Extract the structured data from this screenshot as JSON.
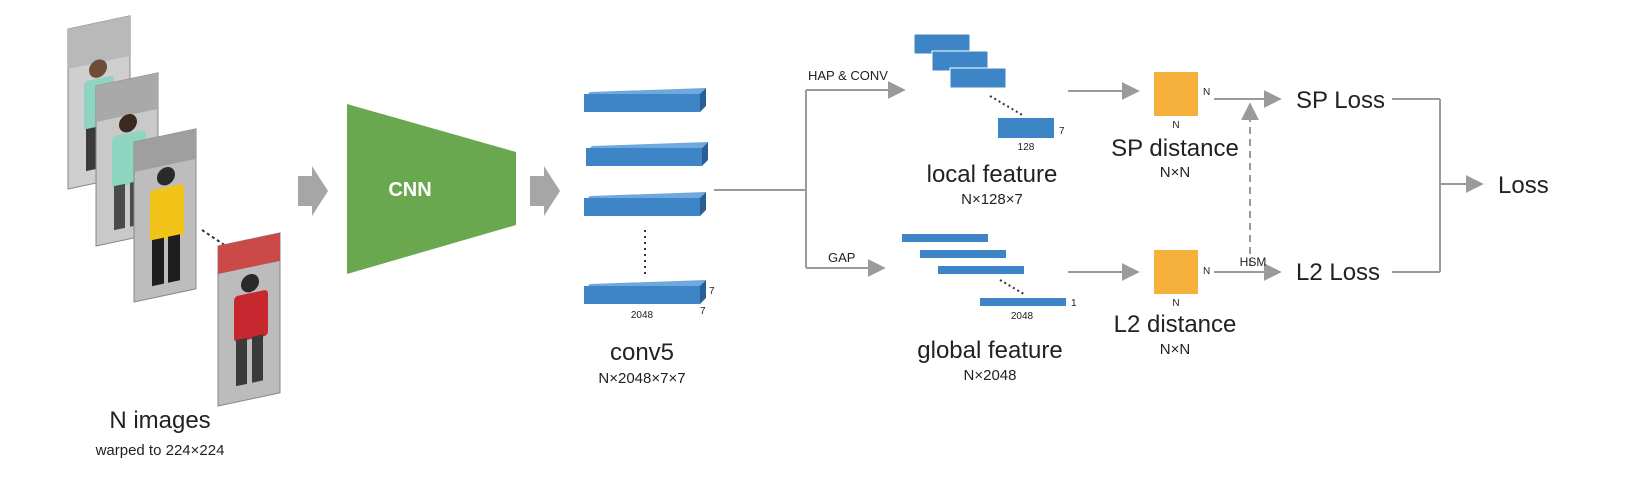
{
  "colors": {
    "cnn_fill": "#6aa84f",
    "block_fill": "#3d85c6",
    "block_top": "#6fa8dc",
    "block_side": "#2b5f94",
    "matrix_fill": "#f6b13c",
    "arrow_gray": "#a6a6a6",
    "line_gray": "#9a9a9a",
    "image_bg": "#c8c8c8"
  },
  "images": {
    "title": "N images",
    "subtitle": "warped to 224×224",
    "icon": "pedestrian-image-icon"
  },
  "cnn": {
    "label": "CNN"
  },
  "conv5": {
    "title": "conv5",
    "shape": "N×2048×7×7",
    "dim_w": "2048",
    "dim_h": "7",
    "dim_d": "7"
  },
  "branches": {
    "local_op": "HAP & CONV",
    "global_op": "GAP"
  },
  "local_feature": {
    "title": "local feature",
    "shape": "N×128×7",
    "dim_w": "128",
    "dim_h": "7"
  },
  "global_feature": {
    "title": "global feature",
    "shape": "N×2048",
    "dim_w": "2048",
    "dim_h": "1"
  },
  "sp_distance": {
    "title": "SP distance",
    "shape": "N×N",
    "dim_side": "N",
    "dim_bottom": "N"
  },
  "l2_distance": {
    "title": "L2 distance",
    "shape": "N×N",
    "dim_side": "N",
    "dim_bottom": "N"
  },
  "hsm": {
    "label": "HSM"
  },
  "losses": {
    "sp": "SP Loss",
    "l2": "L2 Loss",
    "total": "Loss"
  }
}
